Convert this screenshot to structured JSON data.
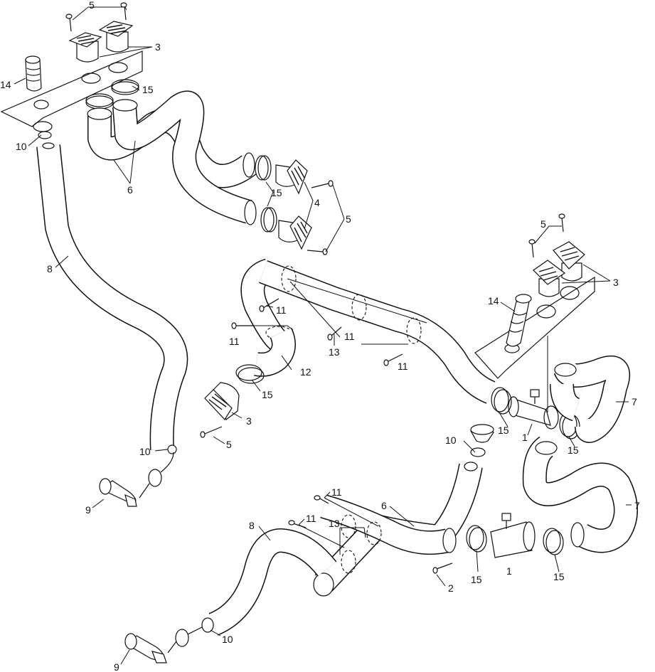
{
  "callouts": [
    {
      "id": "c5a",
      "text": "5"
    },
    {
      "id": "c3a",
      "text": "3"
    },
    {
      "id": "c14a",
      "text": "14"
    },
    {
      "id": "c15a",
      "text": "15"
    },
    {
      "id": "c10a",
      "text": "10"
    },
    {
      "id": "c6a",
      "text": "6"
    },
    {
      "id": "c15b",
      "text": "15"
    },
    {
      "id": "c4",
      "text": "4"
    },
    {
      "id": "c5b",
      "text": "5"
    },
    {
      "id": "c8a",
      "text": "8"
    },
    {
      "id": "c5c",
      "text": "5"
    },
    {
      "id": "c3b",
      "text": "3"
    },
    {
      "id": "c14b",
      "text": "14"
    },
    {
      "id": "c11a",
      "text": "11"
    },
    {
      "id": "c11b",
      "text": "11"
    },
    {
      "id": "c11c",
      "text": "11"
    },
    {
      "id": "c13a",
      "text": "13"
    },
    {
      "id": "c11d",
      "text": "11"
    },
    {
      "id": "c12",
      "text": "12"
    },
    {
      "id": "c15c",
      "text": "15"
    },
    {
      "id": "c3c",
      "text": "3"
    },
    {
      "id": "c5d",
      "text": "5"
    },
    {
      "id": "c10b",
      "text": "10"
    },
    {
      "id": "c9a",
      "text": "9"
    },
    {
      "id": "c7a",
      "text": "7"
    },
    {
      "id": "c15d",
      "text": "15"
    },
    {
      "id": "c1a",
      "text": "1"
    },
    {
      "id": "c15e",
      "text": "15"
    },
    {
      "id": "c10c",
      "text": "10"
    },
    {
      "id": "c7b",
      "text": "7"
    },
    {
      "id": "c11e",
      "text": "11"
    },
    {
      "id": "c11f",
      "text": "11"
    },
    {
      "id": "c6b",
      "text": "6"
    },
    {
      "id": "c8b",
      "text": "8"
    },
    {
      "id": "c13b",
      "text": "13"
    },
    {
      "id": "c2",
      "text": "2"
    },
    {
      "id": "c15f",
      "text": "15"
    },
    {
      "id": "c1b",
      "text": "1"
    },
    {
      "id": "c15g",
      "text": "15"
    },
    {
      "id": "c10d",
      "text": "10"
    },
    {
      "id": "c9b",
      "text": "9"
    }
  ]
}
